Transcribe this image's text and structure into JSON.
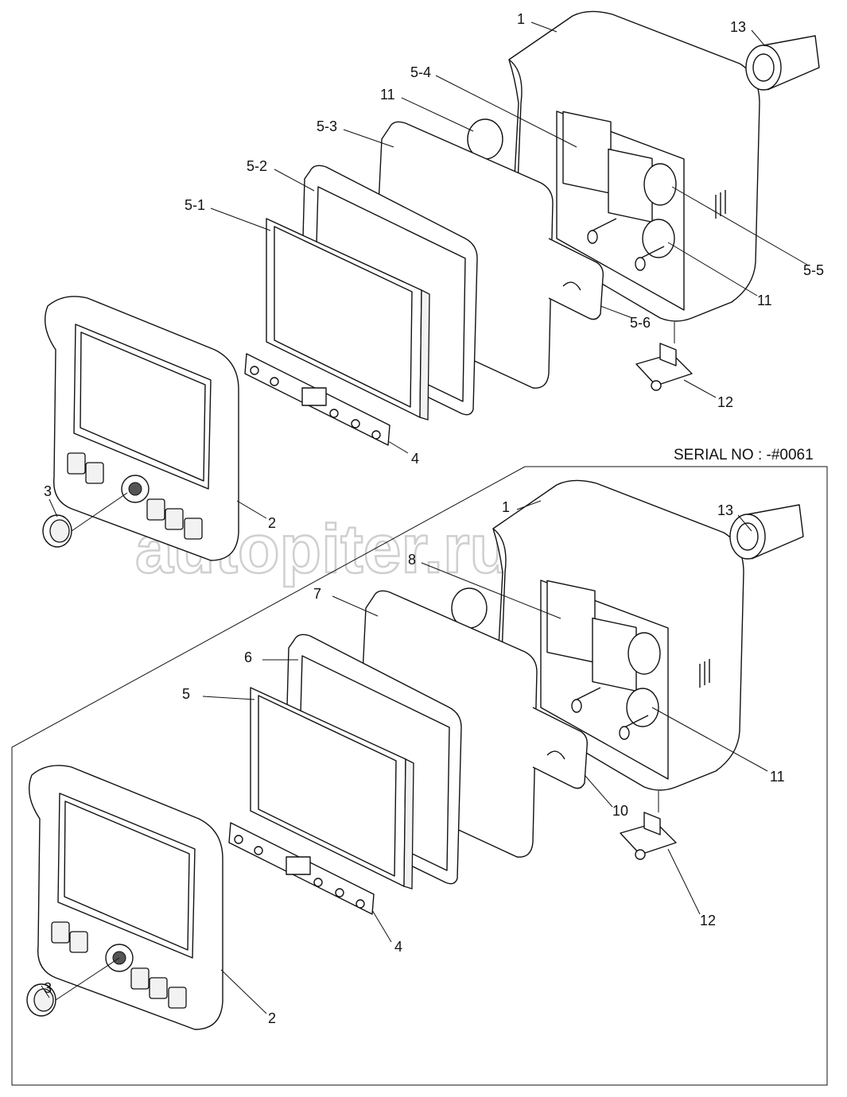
{
  "diagram": {
    "serial_note": "SERIAL NO : -#0061",
    "watermark": "autopiter.ru",
    "top_assembly": {
      "callouts": [
        "1",
        "13",
        "5-4",
        "11",
        "5-3",
        "5-2",
        "5-1",
        "5-5",
        "11",
        "5-6",
        "12",
        "4",
        "3",
        "2"
      ]
    },
    "bottom_assembly": {
      "callouts": [
        "1",
        "13",
        "8",
        "7",
        "6",
        "5",
        "11",
        "10",
        "12",
        "4",
        "3",
        "2"
      ]
    }
  }
}
